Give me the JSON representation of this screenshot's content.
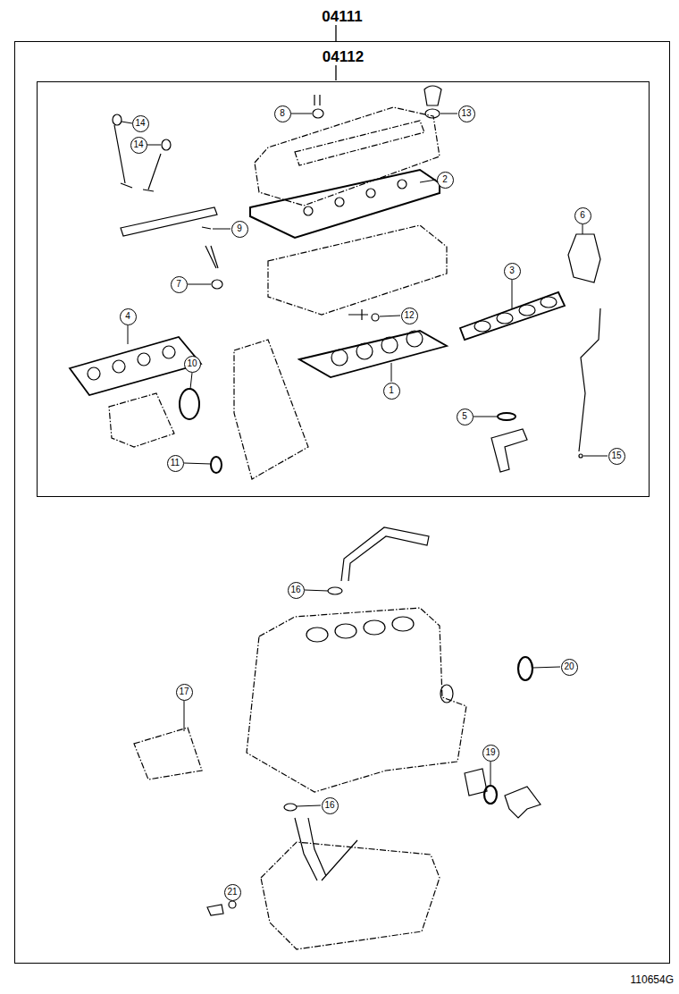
{
  "diagram": {
    "nodes": [
      {
        "text": [
          "04111"
        ]
      },
      {
        "text": [
          "04112"
        ],
        "in": 0
      }
    ],
    "labels": [
      "14",
      "14",
      "8",
      "13",
      "2",
      "9",
      "6",
      "7",
      "3",
      "12",
      "4",
      "10",
      "1",
      "5",
      "11",
      "15",
      "16",
      "20",
      "17",
      "19",
      "16",
      "21",
      "110654G"
    ]
  }
}
